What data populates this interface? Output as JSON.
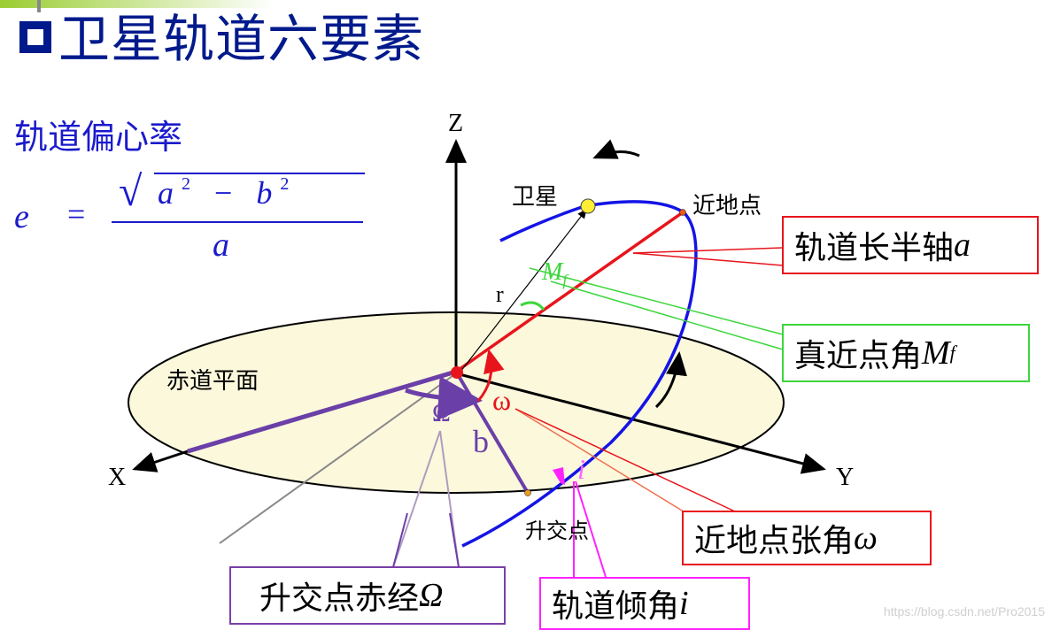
{
  "header": {
    "title": "卫星轨道六要素",
    "bullet_icon": "hollow-square-bullet"
  },
  "eccentricity": {
    "label": "轨道偏心率",
    "formula": {
      "lhs": "e",
      "equals": "=",
      "numerator_a": "a",
      "numerator_exp_a": "2",
      "minus": "−",
      "numerator_b": "b",
      "numerator_exp_b": "2",
      "denominator": "a",
      "text": "e = √(a² − b²) / a"
    }
  },
  "axes": {
    "z": "Z",
    "x": "X",
    "y": "Y"
  },
  "diagram_labels": {
    "satellite": "卫星",
    "perigee": "近地点",
    "equatorial_plane": "赤道平面",
    "ascending_node": "升交点",
    "radius": "r",
    "mf_symbol": "M",
    "mf_sub": "f",
    "omega_small": "ω",
    "omega_capital": "Ω",
    "b": "b",
    "i": "i"
  },
  "callouts": [
    {
      "text": "轨道长半轴",
      "symbol": "a",
      "sub": "",
      "color": "#e8141c"
    },
    {
      "text": "真近点角",
      "symbol": "M",
      "sub": "f",
      "color": "#3dd63d"
    },
    {
      "text": "近地点张角",
      "symbol": "ω",
      "sub": "",
      "color": "#e8141c"
    },
    {
      "text": "轨道倾角",
      "symbol": "i",
      "sub": "",
      "color": "#ff22ff"
    },
    {
      "text": "升交点赤经",
      "symbol": "Ω",
      "sub": "",
      "color": "#7a3fa8"
    }
  ],
  "colors": {
    "title": "#001a8c",
    "subtitle": "#1a1acc",
    "orbit": "#1414e6",
    "semi_major": "#e8141c",
    "true_anomaly": "#3dd63d",
    "node_line": "#6b3fa8",
    "inclination": "#ff22ff",
    "plane_fill": "#fbf8dc"
  },
  "watermark": "https://blog.csdn.net/Pro2015"
}
